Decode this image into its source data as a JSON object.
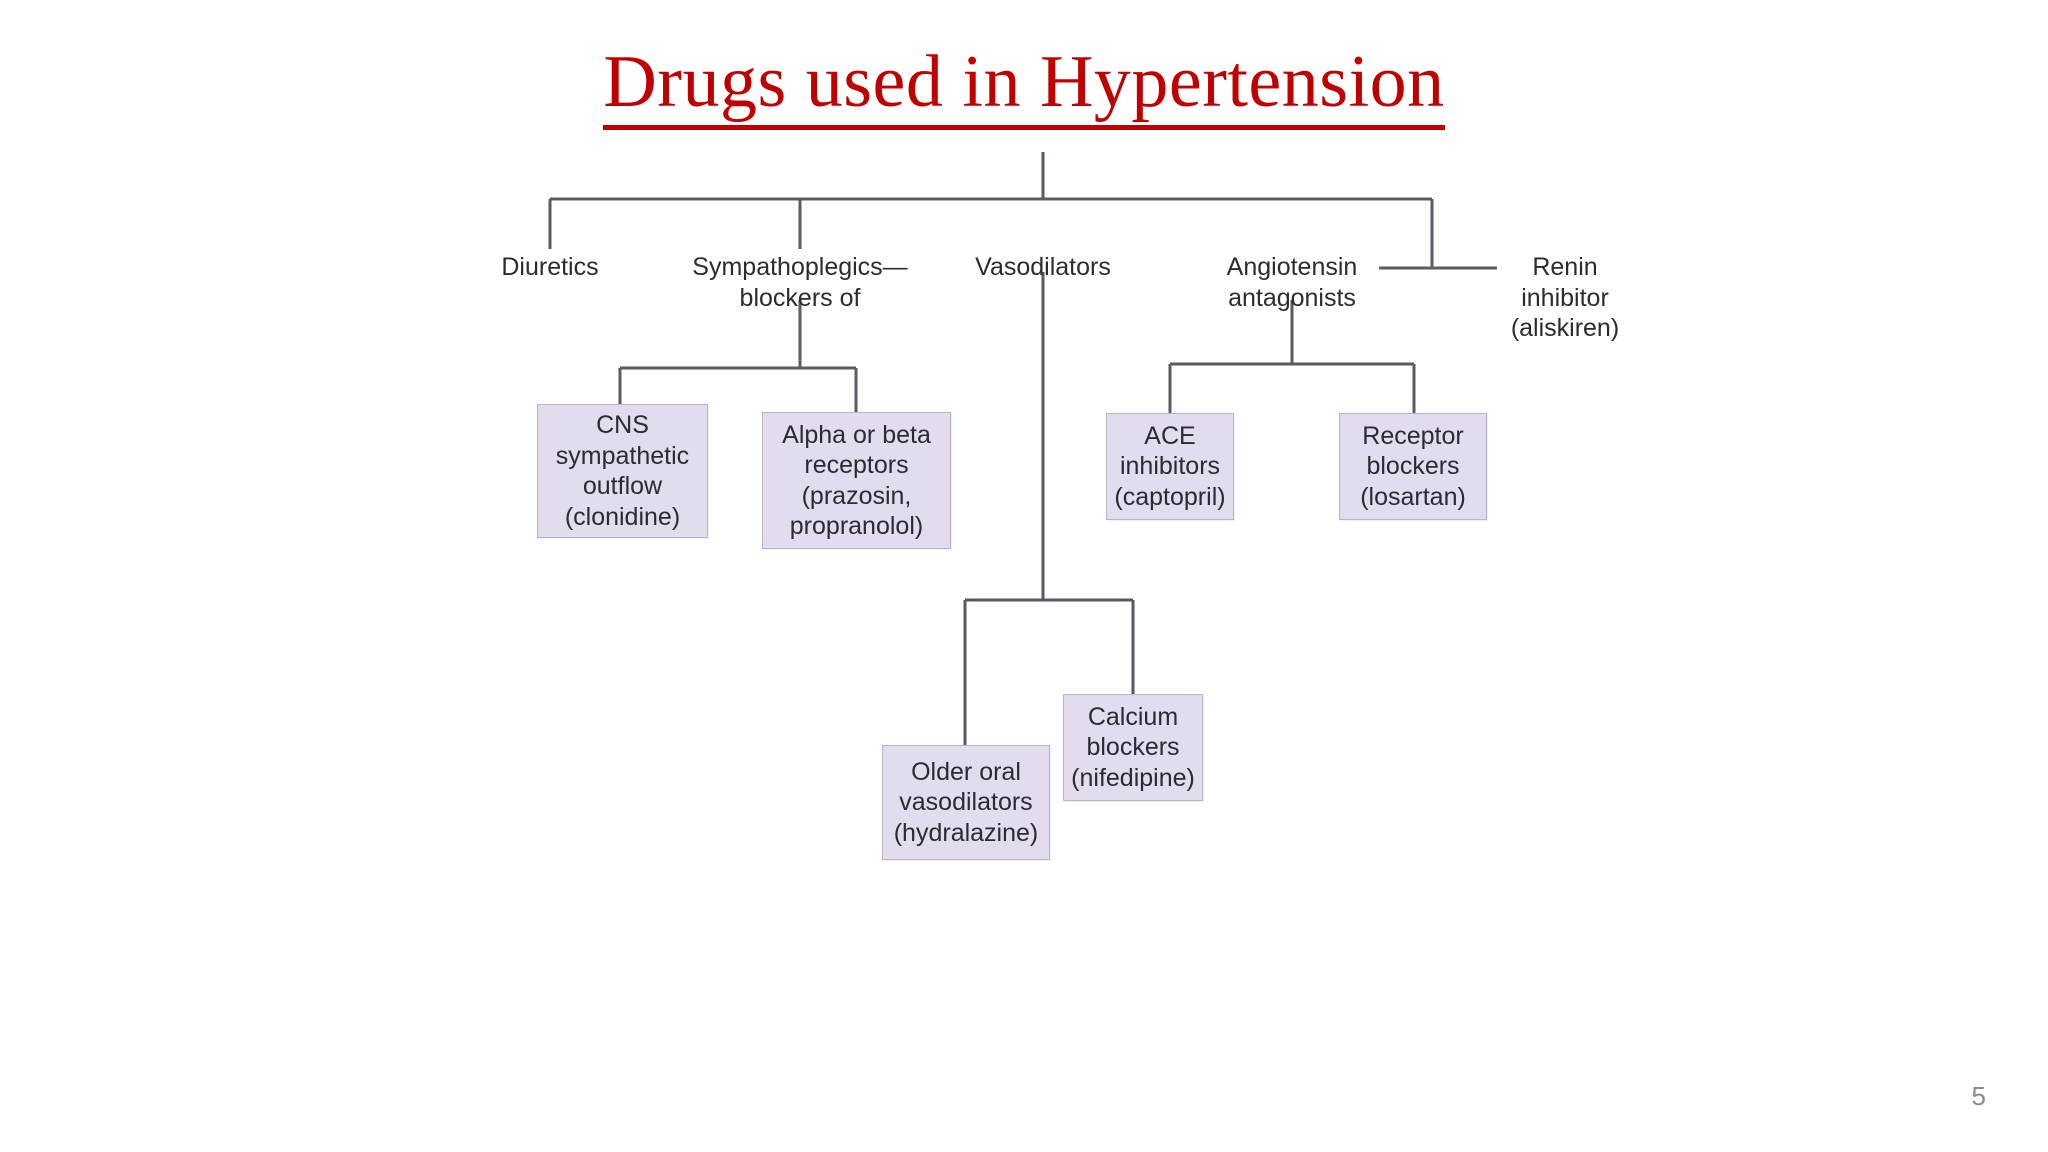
{
  "slide": {
    "title": "Drugs used in Hypertension",
    "page_number": "5",
    "colors": {
      "title": "#c00000",
      "box_fill": "#e2dcee",
      "box_border": "#b9b2c9",
      "connector": "#5a5a62",
      "text": "#2b2b33",
      "page_number": "#8b8b8b",
      "background": "#ffffff"
    }
  },
  "diagram": {
    "type": "tree",
    "root": "Drugs used in Hypertension",
    "level1": [
      {
        "id": "diuretics",
        "label": "Diuretics",
        "boxed": false
      },
      {
        "id": "sympathoplegics",
        "label": "Sympathoplegics—\nblockers of",
        "boxed": false
      },
      {
        "id": "vasodilators",
        "label": "Vasodilators",
        "boxed": false
      },
      {
        "id": "angiotensin",
        "label": "Angiotensin\nantagonists",
        "boxed": false
      },
      {
        "id": "renin",
        "label": "Renin\ninhibitor\n(aliskiren)",
        "boxed": false
      }
    ],
    "level2": [
      {
        "id": "cns",
        "parent": "sympathoplegics",
        "label": "CNS\nsympathetic\noutflow\n(clonidine)",
        "boxed": true
      },
      {
        "id": "alphabeta",
        "parent": "sympathoplegics",
        "label": "Alpha or beta\nreceptors\n(prazosin,\npropranolol)",
        "boxed": true
      },
      {
        "id": "ace",
        "parent": "angiotensin",
        "label": "ACE\ninhibitors\n(captopril)",
        "boxed": true
      },
      {
        "id": "receptorblockers",
        "parent": "angiotensin",
        "label": "Receptor\nblockers\n(losartan)",
        "boxed": true
      },
      {
        "id": "olderoral",
        "parent": "vasodilators",
        "label": "Older oral\nvasodilators\n(hydralazine)",
        "boxed": true
      },
      {
        "id": "calcium",
        "parent": "vasodilators",
        "label": "Calcium\nblockers\n(nifedipine)",
        "boxed": true
      }
    ]
  }
}
